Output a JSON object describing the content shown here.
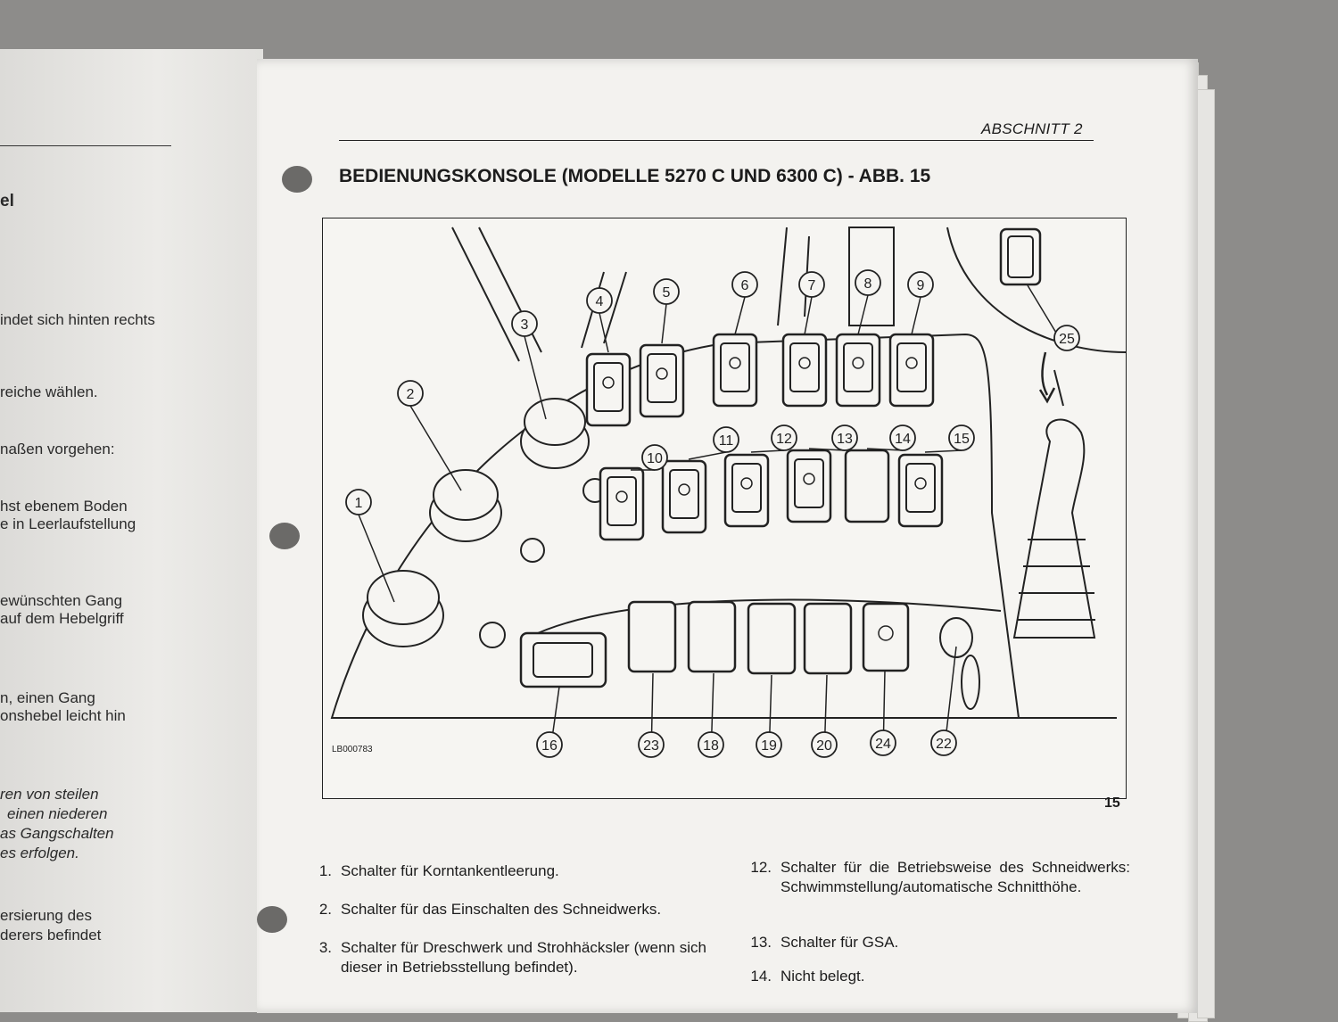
{
  "left_page": {
    "fragments": [
      {
        "text": "el",
        "style": "b"
      },
      {
        "text": "indet sich hinten rechts",
        "style": ""
      },
      {
        "text": "reiche wählen.",
        "style": ""
      },
      {
        "text": "naßen vorgehen:",
        "style": ""
      },
      {
        "text": "hst  ebenem  Boden",
        "style": ""
      },
      {
        "text": "e in Leerlaufstellung",
        "style": ""
      },
      {
        "text": "ewünschten  Gang",
        "style": ""
      },
      {
        "text": "auf  dem  Hebelgriff",
        "style": ""
      },
      {
        "text": "n,    einen    Gang",
        "style": ""
      },
      {
        "text": "onshebel leicht hin",
        "style": ""
      },
      {
        "text": "ren  von  steilen",
        "style": "it"
      },
      {
        "text": "einen  niederen",
        "style": "it"
      },
      {
        "text": "as Gangschalten",
        "style": "it"
      },
      {
        "text": "es erfolgen.",
        "style": "it"
      },
      {
        "text": "ersierung   des",
        "style": ""
      },
      {
        "text": "derers  befindet",
        "style": ""
      }
    ]
  },
  "right_page": {
    "section": "ABSCHNITT 2",
    "heading": "BEDIENUNGSKONSOLE (MODELLE 5270 C UND 6300 C) - ABB. 15",
    "figure": {
      "code": "LB000783",
      "page_number": "15",
      "callouts": [
        "1",
        "2",
        "3",
        "4",
        "5",
        "6",
        "7",
        "8",
        "9",
        "10",
        "11",
        "12",
        "13",
        "14",
        "15",
        "16",
        "18",
        "19",
        "20",
        "22",
        "23",
        "24",
        "25"
      ]
    },
    "legend_left": [
      {
        "num": "1.",
        "text": "Schalter für Korntankentleerung."
      },
      {
        "num": "2.",
        "text": "Schalter für das Einschalten des Schneidwerks."
      },
      {
        "num": "3.",
        "text": "Schalter für Dreschwerk und Strohhäcksler (wenn sich dieser in Betriebsstellung befindet)."
      }
    ],
    "legend_right": [
      {
        "num": "12.",
        "text": "Schalter für die Betriebsweise des Schneidwerks: Schwimmstellung/automatische Schnitthöhe."
      },
      {
        "num": "13.",
        "text": "Schalter für GSA."
      },
      {
        "num": "14.",
        "text": "Nicht belegt."
      }
    ]
  }
}
